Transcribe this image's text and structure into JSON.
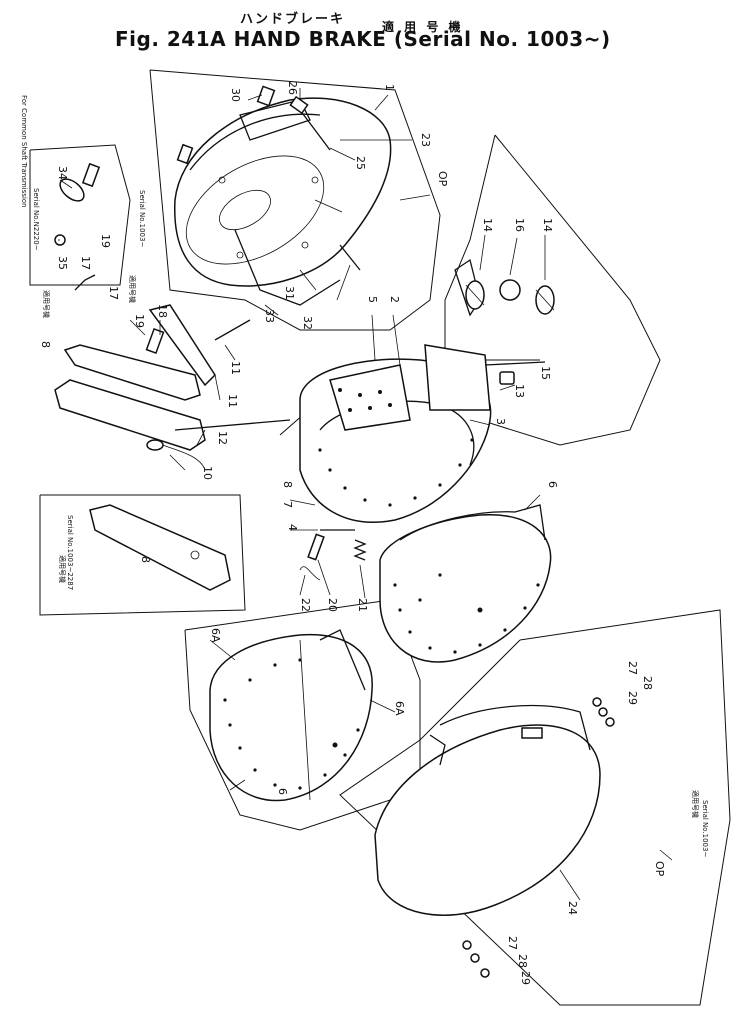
{
  "header": {
    "title_jp": "ハンドブレーキ",
    "applicability_jp": "適 用 号 機",
    "title_main": "Fig. 241A  HAND BRAKE (Serial No. 1003~)"
  },
  "callouts": {
    "c1": "1",
    "c2": "2",
    "c3": "3",
    "c4": "4",
    "c5": "5",
    "c6a": "6",
    "c6b": "6",
    "c6A1": "6A",
    "c6A2": "6A",
    "c7": "7",
    "c8a": "8",
    "c8b": "8",
    "c8c": "8",
    "c10": "10",
    "c11": "11",
    "c12": "12",
    "c13": "13",
    "c14a": "14",
    "c14b": "14",
    "c15": "15",
    "c16": "16",
    "c17a": "17",
    "c17b": "17",
    "c18": "18",
    "c19a": "19",
    "c19b": "19",
    "c20": "20",
    "c21": "21",
    "c22": "22",
    "c23": "23",
    "c24": "24",
    "c25": "25",
    "c26": "26",
    "c27a": "27",
    "c27b": "27",
    "c28a": "28",
    "c28b": "28",
    "c29a": "29",
    "c29b": "29",
    "c30": "30",
    "c31": "31",
    "c32": "32",
    "c33": "33",
    "c34": "34",
    "c35": "35",
    "op1": "OP",
    "op2": "OP"
  },
  "notes": {
    "left_serial_a": "Serial No.N2220~",
    "left_serial_b": "Serial No.1003~",
    "left_apply_a": "適用号機",
    "left_apply_b": "適用号機",
    "lever_serial": "Serial No.1003~2287",
    "lever_apply": "適用号機",
    "cover_serial": "Serial No.1003~",
    "cover_apply": "適用号機",
    "transmission_note": "For Common Shaft Transmission"
  }
}
